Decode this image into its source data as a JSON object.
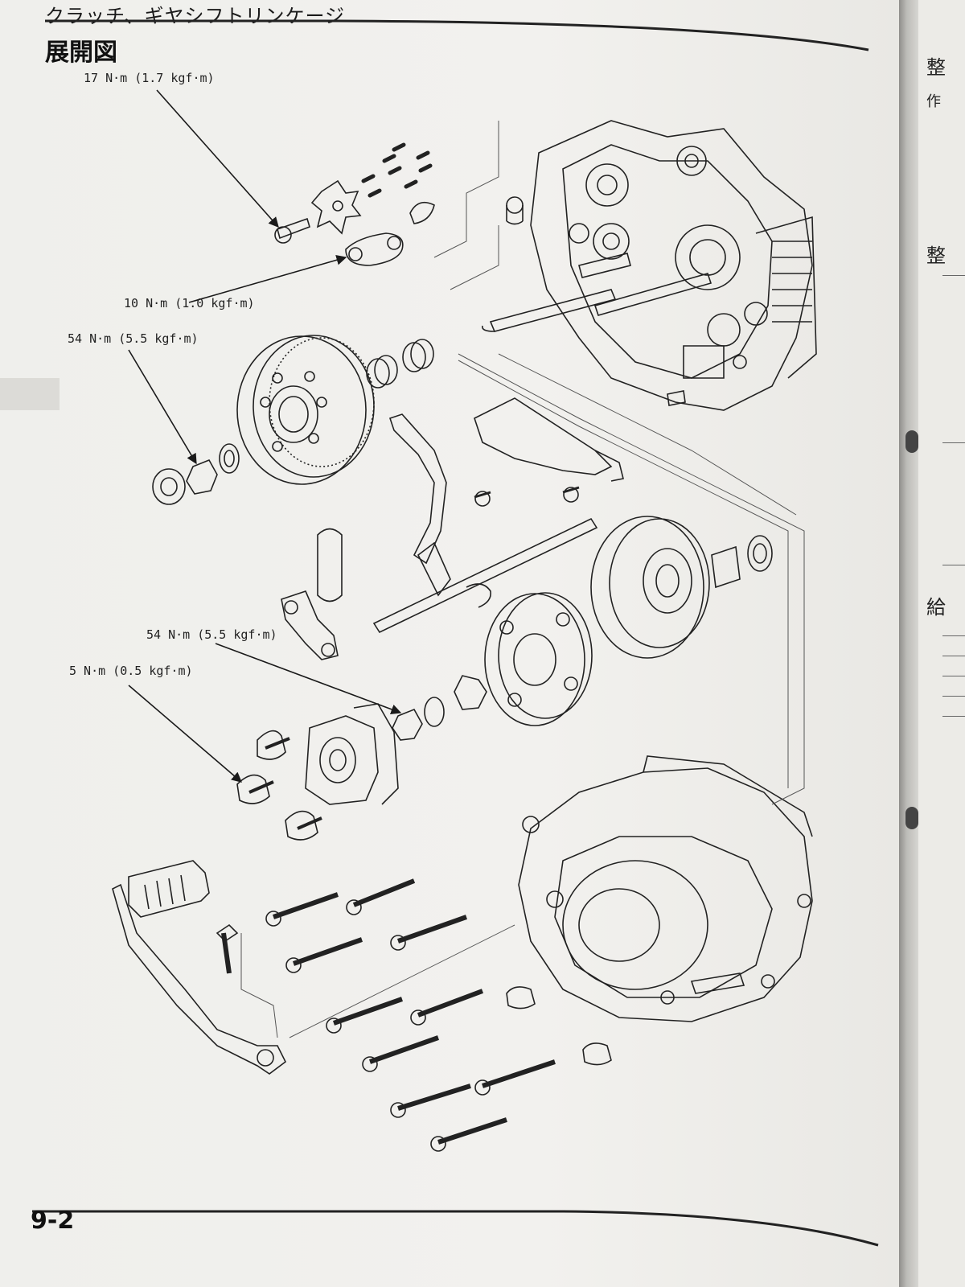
{
  "header": {
    "section_title": "クラッチ、ギヤシフトリンケージ",
    "chapter_title": "展開図"
  },
  "torque_labels": [
    "17 N·m (1.7 kgf·m)",
    "10 N·m (1.0 kgf·m)",
    "54 N·m (5.5 kgf·m)",
    "54 N·m (5.5 kgf·m)",
    "5 N·m (0.5 kgf·m)"
  ],
  "footer": {
    "page_number": "9-2"
  },
  "adjacent_page": {
    "fragments": [
      "整",
      "作",
      "整",
      "給"
    ]
  }
}
